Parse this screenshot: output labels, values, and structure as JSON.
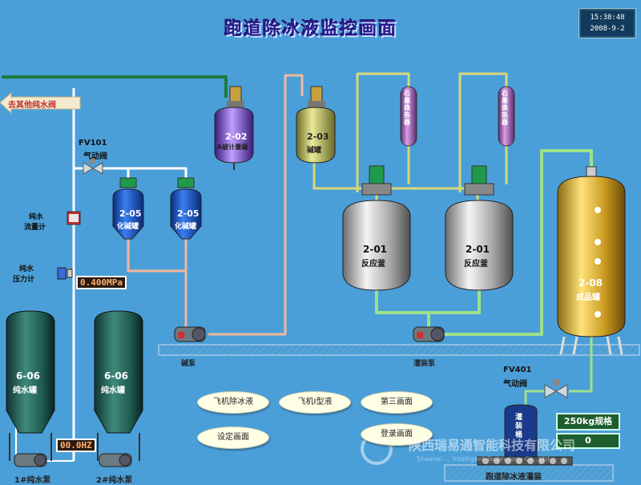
{
  "window": {
    "title": "跑道除冰液监控画面",
    "time": "15:38:48",
    "date": "2008-9-2"
  },
  "header_arrow": {
    "label": "去其他纯水阀"
  },
  "valves": {
    "fv101_code": "FV101",
    "fv101_name": "气动阀",
    "fv401_code": "FV401",
    "fv401_name": "气动阀"
  },
  "instruments": {
    "flow_meter": "纯水\n流量计",
    "flow_meter_l1": "纯水",
    "flow_meter_l2": "流量计",
    "pressure_l1": "纯水",
    "pressure_l2": "压力计",
    "pressure_value": "0.400MPa",
    "flow_value": "00.0HZ"
  },
  "tanks": {
    "t202_code": "2-02",
    "t202_name": "A破计量罐",
    "t203_code": "2-03",
    "t203_name": "碱罐",
    "t205a_code": "2-05",
    "t205a_name": "化碱罐",
    "t205b_code": "2-05",
    "t205b_name": "化碱罐",
    "t201a_code": "2-01",
    "t201a_name": "反应釜",
    "t201b_code": "2-01",
    "t201b_name": "反应釜",
    "t208_code": "2-08",
    "t208_name": "成品罐",
    "t606a_code": "6-06",
    "t606a_name": "纯水罐",
    "t606b_code": "6-06",
    "t606b_name": "纯水罐",
    "hx_a": "石墨换热器",
    "hx_b": "石墨换热器",
    "fill_tank": "灌装桶"
  },
  "pumps": {
    "base_pump": "碱泵",
    "fill_pump": "灌装泵",
    "water_pump_1": "1#纯水泵",
    "water_pump_2": "2#纯水泵",
    "conveyor": "跑道除冰液灌装"
  },
  "buttons": {
    "aircraft_deicing": "飞机除冰液",
    "aircraft_type1": "飞机Ⅰ型液",
    "page3": "第三画面",
    "settings": "设定画面",
    "login": "登录画面"
  },
  "spec": {
    "spec_label": "250kg规格",
    "spec_value": "0"
  },
  "watermark": {
    "text": "陕西瑞易通智能科技有限公司",
    "sub": "Shaanxi ... Intelligent Technology Co., Ltd"
  },
  "colors": {
    "background": "#4b9fd8",
    "pipe_green": "#1f7a3c",
    "pipe_orange": "#f0b89a",
    "pipe_yellow": "#d8d878",
    "pipe_lightgreen": "#9ee08a"
  }
}
